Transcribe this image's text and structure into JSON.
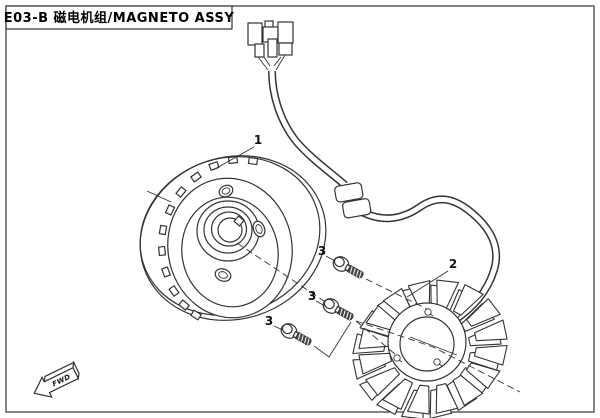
{
  "title_box": {
    "title": "E03-B 磁电机组/MAGNETO ASSY"
  },
  "callouts": {
    "flywheel": "1",
    "stator": "2",
    "bolt_a": "3",
    "bolt_b": "3",
    "bolt_c": "3"
  },
  "fwd_arrow": {
    "label": "FWD"
  },
  "colors": {
    "line": "#333333",
    "background": "#ffffff"
  }
}
